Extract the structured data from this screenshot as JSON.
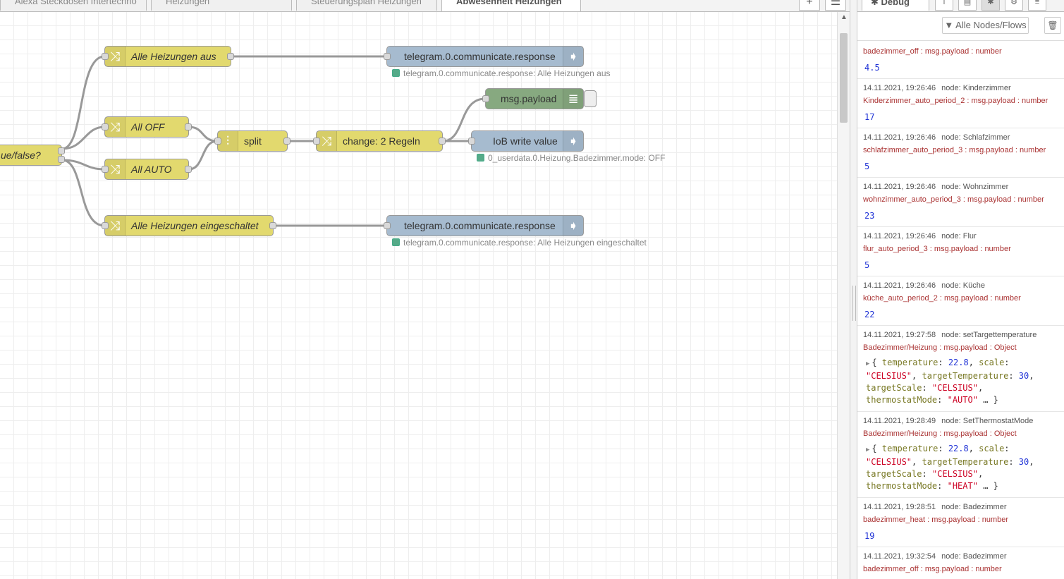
{
  "tabs": [
    {
      "label": "Alexa Steckdosen Intertechno"
    },
    {
      "label": "Heizungen"
    },
    {
      "label": "Steuerungsplan Heizungen"
    },
    {
      "label": "Abwesenheit Heizungen",
      "active": true
    }
  ],
  "tab_buttons": {
    "add": "+",
    "list": "☰"
  },
  "nodes": {
    "switch": {
      "label": "ue/false?"
    },
    "alle_aus": {
      "label": "Alle Heizungen aus"
    },
    "all_off": {
      "label": "All OFF"
    },
    "all_auto": {
      "label": "All AUTO"
    },
    "alle_ein": {
      "label": "Alle Heizungen eingeschaltet"
    },
    "split": {
      "label": "split"
    },
    "change2": {
      "label": "change: 2 Regeln"
    },
    "msg_payload": {
      "label": "msg.payload"
    },
    "iob_write": {
      "label": "IoB write value"
    },
    "telegram1": {
      "label": "telegram.0.communicate.response"
    },
    "telegram2": {
      "label": "telegram.0.communicate.response"
    }
  },
  "statuses": {
    "telegram1": "telegram.0.communicate.response: Alle Heizungen aus",
    "iob_write": "0_userdata.0.Heizung.Badezimmer.mode: OFF",
    "telegram2": "telegram.0.communicate.response: Alle Heizungen eingeschaltet"
  },
  "sidebar": {
    "title": "Debug",
    "filter_label": "Alle Nodes/Flows",
    "clear_icon": "trash-icon",
    "messages": [
      {
        "meta": "",
        "node": "",
        "topic": "badezimmer_off : msg.payload : number",
        "value": "4.5"
      },
      {
        "meta": "14.11.2021, 19:26:46",
        "node": "node: Kinderzimmer",
        "topic": "Kinderzimmer_auto_period_2 : msg.payload : number",
        "value": "17"
      },
      {
        "meta": "14.11.2021, 19:26:46",
        "node": "node: Schlafzimmer",
        "topic": "schlafzimmer_auto_period_3 : msg.payload : number",
        "value": "5"
      },
      {
        "meta": "14.11.2021, 19:26:46",
        "node": "node: Wohnzimmer",
        "topic": "wohnzimmer_auto_period_3 : msg.payload : number",
        "value": "23"
      },
      {
        "meta": "14.11.2021, 19:26:46",
        "node": "node: Flur",
        "topic": "flur_auto_period_3 : msg.payload : number",
        "value": "5"
      },
      {
        "meta": "14.11.2021, 19:26:46",
        "node": "node: Küche",
        "topic": "küche_auto_period_2 : msg.payload : number",
        "value": "22"
      },
      {
        "meta": "14.11.2021, 19:27:58",
        "node": "node: setTargettemperature",
        "topic": "Badezimmer/Heizung : msg.payload : Object",
        "object": {
          "temperature": "22.8",
          "scale": "\"CELSIUS\"",
          "targetTemperature": "30",
          "targetScale": "\"CELSIUS\"",
          "thermostatMode": "\"AUTO\""
        }
      },
      {
        "meta": "14.11.2021, 19:28:49",
        "node": "node: SetThermostatMode",
        "topic": "Badezimmer/Heizung : msg.payload : Object",
        "object": {
          "temperature": "22.8",
          "scale": "\"CELSIUS\"",
          "targetTemperature": "30",
          "targetScale": "\"CELSIUS\"",
          "thermostatMode": "\"HEAT\""
        }
      },
      {
        "meta": "14.11.2021, 19:28:51",
        "node": "node: Badezimmer",
        "topic": "badezimmer_heat : msg.payload : number",
        "value": "19"
      },
      {
        "meta": "14.11.2021, 19:32:54",
        "node": "node: Badezimmer",
        "topic": "badezimmer_off : msg.payload : number",
        "value": ""
      }
    ]
  },
  "colors": {
    "change": "#e2d96e",
    "telegram": "#a6bbcf",
    "debug": "#87a980",
    "status_ok": "#55aa88"
  }
}
